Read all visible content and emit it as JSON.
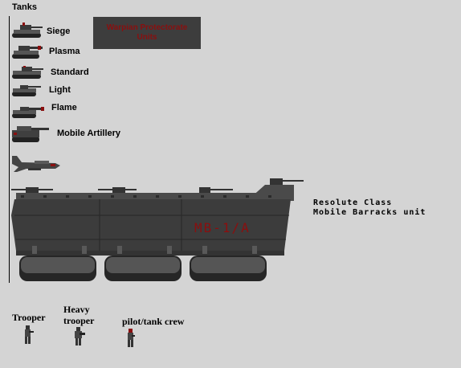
{
  "header": {
    "title": "Tanks"
  },
  "faction_box": {
    "line1": "Warpian Protectorate",
    "line2": "Units"
  },
  "tanks": [
    {
      "label": "Siege",
      "icon": "siege-tank-icon"
    },
    {
      "label": "Plasma",
      "icon": "plasma-tank-icon"
    },
    {
      "label": "Standard",
      "icon": "standard-tank-icon"
    },
    {
      "label": "Light",
      "icon": "light-tank-icon"
    },
    {
      "label": "Flame",
      "icon": "flame-tank-icon"
    },
    {
      "label": "Mobile Artillery",
      "icon": "mobile-artillery-icon"
    }
  ],
  "aircraft": {
    "icon": "gunship-icon"
  },
  "barracks": {
    "hull_marking": "MB-1/A",
    "class_line1": "Resolute Class",
    "class_line2": "Mobile Barracks unit"
  },
  "infantry": {
    "trooper": "Trooper",
    "heavy_line1": "Heavy",
    "heavy_line2": "trooper",
    "pilot": "pilot/tank crew"
  },
  "colors": {
    "background": "#d4d4d4",
    "hull": "#3c3c3c",
    "marking_red": "#8a0f0f"
  }
}
